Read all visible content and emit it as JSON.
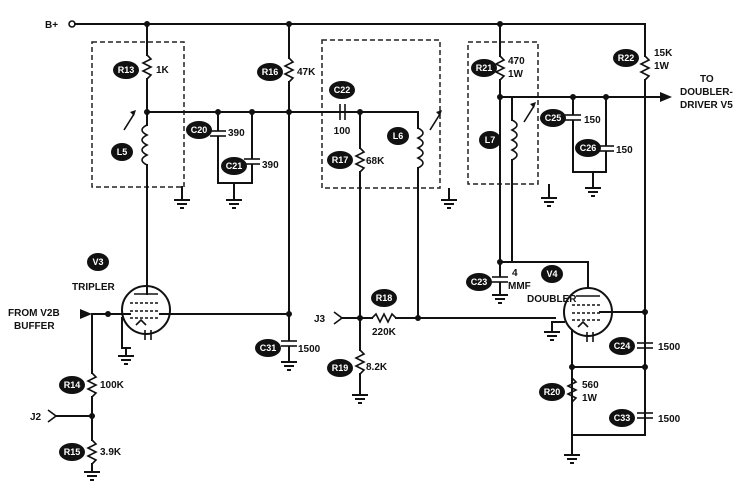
{
  "supply": {
    "label": "B+"
  },
  "tubes": {
    "v3": {
      "tag": "V3",
      "name": "TRIPLER"
    },
    "v4": {
      "tag": "V4",
      "name": "DOUBLER"
    }
  },
  "inputs": {
    "from_v2b": {
      "line1": "FROM V2B",
      "line2": "BUFFER"
    },
    "j2": "J2",
    "j3": "J3"
  },
  "output": {
    "line1": "TO",
    "line2": "DOUBLER-",
    "line3": "DRIVER V5"
  },
  "components": {
    "r13": {
      "tag": "R13",
      "value": "1K"
    },
    "r16": {
      "tag": "R16",
      "value": "47K"
    },
    "r21": {
      "tag": "R21",
      "value": "470",
      "value2": "1W"
    },
    "r22": {
      "tag": "R22",
      "value": "15K",
      "value2": "1W"
    },
    "c22": {
      "tag": "C22",
      "value": "100"
    },
    "c20": {
      "tag": "C20",
      "value": "390"
    },
    "c21": {
      "tag": "C21",
      "value": "390"
    },
    "l5": {
      "tag": "L5"
    },
    "l6": {
      "tag": "L6"
    },
    "l7": {
      "tag": "L7"
    },
    "r17": {
      "tag": "R17",
      "value": "68K"
    },
    "c25": {
      "tag": "C25",
      "value": "150"
    },
    "c26": {
      "tag": "C26",
      "value": "150"
    },
    "c23": {
      "tag": "C23",
      "value": "4",
      "value2": "MMF"
    },
    "r18": {
      "tag": "R18",
      "value": "220K"
    },
    "c31": {
      "tag": "C31",
      "value": "1500"
    },
    "r19": {
      "tag": "R19",
      "value": "8.2K"
    },
    "r14": {
      "tag": "R14",
      "value": "100K"
    },
    "r15": {
      "tag": "R15",
      "value": "3.9K"
    },
    "c24": {
      "tag": "C24",
      "value": "1500"
    },
    "r20": {
      "tag": "R20",
      "value": "560",
      "value2": "1W"
    },
    "c33": {
      "tag": "C33",
      "value": "1500"
    }
  }
}
